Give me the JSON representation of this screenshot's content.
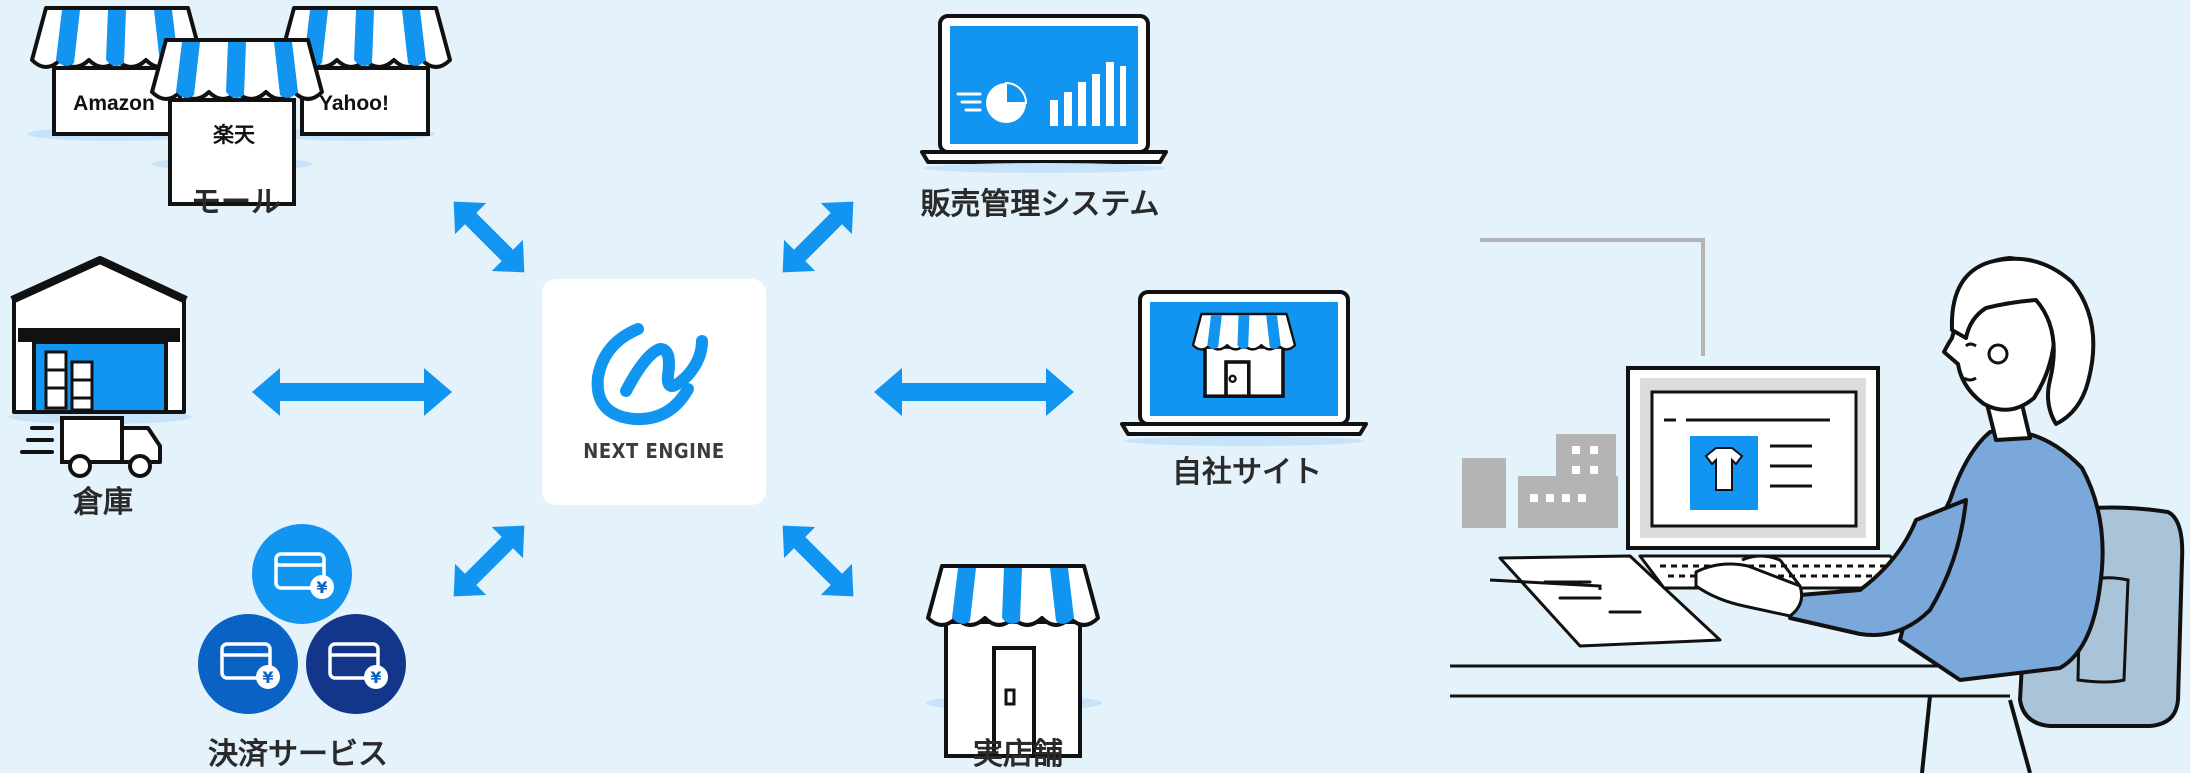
{
  "colors": {
    "background": "#e4f2fc",
    "accent_blue": "#1295f0",
    "dark_blue": "#0a62c4",
    "navy": "#13358a",
    "outline": "#111111",
    "person_shirt": "#7aa8db",
    "chair": "#a9c3d8",
    "building_gray": "#b4b4b4"
  },
  "hub": {
    "label": "NEXT ENGINE"
  },
  "nodes": {
    "mall": {
      "label": "モール",
      "stores": [
        "Amazon",
        "楽天",
        "Yahoo!"
      ]
    },
    "warehouse": {
      "label": "倉庫"
    },
    "payment": {
      "label": "決済サービス",
      "currency_symbol": "¥"
    },
    "sales_system": {
      "label": "販売管理システム"
    },
    "own_site": {
      "label": "自社サイト"
    },
    "physical_store": {
      "label": "実店舗"
    }
  },
  "icons": {
    "mall": "storefront-icon",
    "warehouse": "warehouse-truck-icon",
    "payment": "credit-card-yen-icon",
    "sales_system": "laptop-chart-icon",
    "own_site": "laptop-storefront-icon",
    "physical_store": "storefront-icon",
    "operator": "person-at-computer-illustration"
  }
}
